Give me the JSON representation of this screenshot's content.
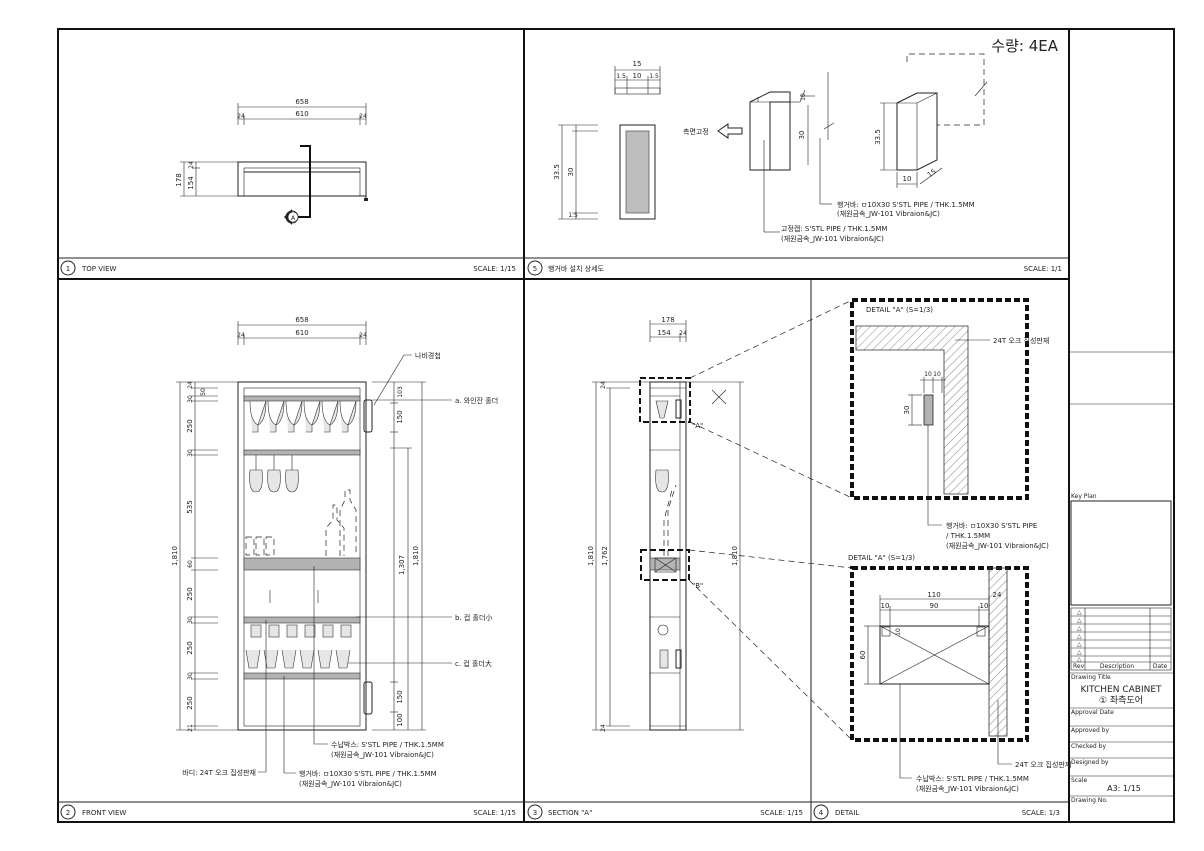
{
  "quantity_label": "수량: 4EA",
  "panels": {
    "top_view": {
      "number": "1",
      "title": "TOP VIEW",
      "scale": "SCALE: 1/15"
    },
    "hanger_detail": {
      "number": "5",
      "title": "행거바 설치 상세도",
      "scale": "SCALE: 1/1"
    },
    "front_view": {
      "number": "2",
      "title": "FRONT VIEW",
      "scale": "SCALE: 1/15"
    },
    "section_a": {
      "number": "3",
      "title": "SECTION \"A\"",
      "scale": "SCALE: 1/15"
    },
    "detail": {
      "number": "4",
      "title": "DETAIL",
      "scale": "SCALE: 1/3"
    }
  },
  "top_view": {
    "dim_overall": "658",
    "dim_inner": "610",
    "dim_left": "24",
    "dim_right": "24",
    "dim_depth_total": "178",
    "dim_depth_inner": "154",
    "dim_depth_top": "24",
    "section_marker": "A"
  },
  "hanger_detail": {
    "dim_15": "15",
    "dim_1_5a": "1.5",
    "dim_10": "10",
    "dim_1_5b": "1.5",
    "dim_33_5": "33.5",
    "dim_30": "30",
    "dim_1_5c": "1.5",
    "side_fix": "측면고정",
    "dim_30b": "30",
    "dim_10b": "10",
    "dim_33_5b": "33.5",
    "dim_10c": "10",
    "dim_15b": "15",
    "hanger_bar": "행거바: ㅁ10X30 S'STL PIPE / THK.1.5MM",
    "hanger_bar_sub": "(재원금속_JW-101 Vibraion&JC)",
    "fix_cap": "고정캡: S'STL PIPE / THK.1.5MM",
    "fix_cap_sub": "(재원금속_JW-101 Vibraion&JC)"
  },
  "front_view": {
    "dim_overall": "658",
    "dim_inner": "610",
    "dim_left": "24",
    "dim_right": "24",
    "left_dims": [
      "24",
      "50",
      "30",
      "250",
      "30",
      "535",
      "60",
      "250",
      "30",
      "250",
      "30",
      "250",
      "21"
    ],
    "total_height": "1,810",
    "right_dims": [
      "103",
      "150",
      "150",
      "100"
    ],
    "right_1307": "1,307",
    "right_1810": "1,810",
    "butterfly": "나비경첩",
    "label_a": "a. 와인잔 홀더",
    "label_b": "b. 컵 홀더小",
    "label_c": "c. 컵 홀더大",
    "storage_box": "수납박스: S'STL PIPE / THK.1.5MM",
    "storage_box_sub": "(재원금속_JW-101 Vibraion&JC)",
    "body": "바디: 24T 오크 집성판재",
    "hanger": "행거바: ㅁ10X30 S'STL PIPE / THK.1.5MM",
    "hanger_sub": "(재원금속_JW-101 Vibraion&JC)"
  },
  "section_a": {
    "dim_178": "178",
    "dim_154": "154",
    "dim_24": "24",
    "dim_1810": "1,810",
    "dim_1762": "1,762",
    "dim_1810b": "1,810",
    "dim_24b": "24",
    "dim_24c": "24",
    "mark_a": "\"A\"",
    "mark_b": "\"B\""
  },
  "detail": {
    "detail_a": "DETAIL \"A\" (S=1/3)",
    "oak": "24T 오크 집성판재",
    "dim_10a": "10",
    "dim_10b": "10",
    "dim_30": "30",
    "hanger": "행거바: ㅁ10X30 S'STL PIPE",
    "hanger_2": "/ THK.1.5MM",
    "hanger_sub": "(재원금속_JW-101 Vibraion&JC)",
    "detail_b": "DETAIL \"A\" (S=1/3)",
    "dim_110": "110",
    "dim_10c": "10",
    "dim_90": "90",
    "dim_10d": "10",
    "dim_24": "24",
    "dim_60": "60",
    "dim_10e": "10",
    "oak_b": "24T 오크 집성판재",
    "storage": "수납박스: S'STL PIPE / THK.1.5MM",
    "storage_sub": "(재원금속_JW-101 Vibraion&JC)"
  },
  "title_block": {
    "key_plan": "Key Plan",
    "revisions": [
      "△",
      "△",
      "△",
      "△",
      "△",
      "△",
      "△"
    ],
    "rev": "Rev",
    "description": "Description",
    "date": "Date",
    "drawing_title_label": "Drawing Title",
    "title_1": "KITCHEN CABINET",
    "title_2": "① 좌측도어",
    "approval_date": "Approval Date",
    "approved_by": "Approved by",
    "checked_by": "Checked by",
    "designed_by": "Designed by",
    "scale_label": "Scale",
    "scale": "A3: 1/15",
    "drawing_no": "Drawing No."
  }
}
